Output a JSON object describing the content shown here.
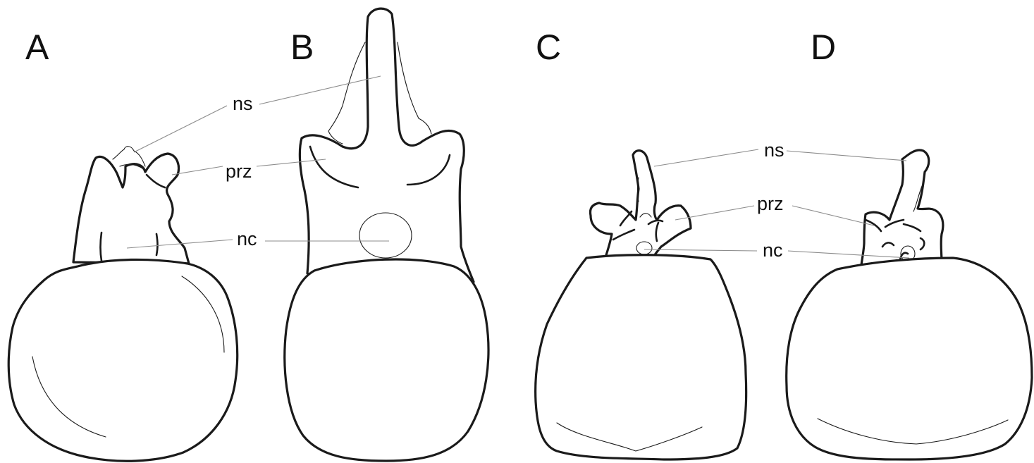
{
  "panels": [
    {
      "letter": "A"
    },
    {
      "letter": "B"
    },
    {
      "letter": "C"
    },
    {
      "letter": "D"
    }
  ],
  "labels": {
    "left": {
      "ns": "ns",
      "prz": "prz",
      "nc": "nc"
    },
    "right": {
      "ns": "ns",
      "prz": "prz",
      "nc": "nc"
    }
  },
  "colors": {
    "outline": "#1a1a1a",
    "leader": "#8c8c8c",
    "background": "#ffffff"
  }
}
